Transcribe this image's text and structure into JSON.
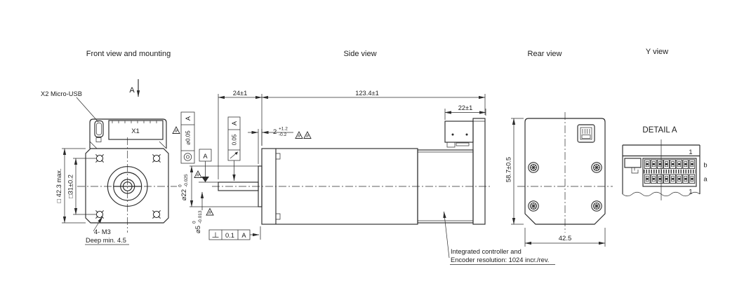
{
  "titles": {
    "front": "Front view and mounting",
    "side": "Side view",
    "rear": "Rear view",
    "y_view": "Y view",
    "detail": "DETAIL A"
  },
  "front": {
    "section_arrow": "A",
    "x2_label": "X2 Micro-USB",
    "x1_label": "X1",
    "dim_outer": "□ 42.3 max.",
    "dim_hole_spacing": "□31±0.2",
    "thread_note_1": "4- M3",
    "thread_note_2": "Deep min. 4.5",
    "fcf_tol": "⌀0.05",
    "fcf_datum": "A",
    "datum": "A"
  },
  "side": {
    "dim_shaft_length": "24±1",
    "dim_total_length": "123.4±1",
    "dim_connector_width": "22±1",
    "protrusion": {
      "nominal": "2",
      "upper": "+1.2",
      "lower": "-0.2"
    },
    "pilot": {
      "nominal": "⌀22",
      "upper": "0",
      "lower": "-0.025"
    },
    "shaft": {
      "nominal": "⌀5",
      "upper": "0",
      "lower": "-0.013"
    },
    "runout_tol": "0.05",
    "runout_datum": "A",
    "perp_tol": "0.1",
    "perp_datum": "A"
  },
  "rear": {
    "dim_height": "58.7±0.5",
    "dim_width": "42.5"
  },
  "note": {
    "line1": "Integrated controller and",
    "line2": "Encoder resolution: 1024 incr./rev."
  },
  "detail": {
    "pin1_top": "1",
    "pin1_bottom": "1",
    "row_b": "b",
    "row_a": "a"
  }
}
